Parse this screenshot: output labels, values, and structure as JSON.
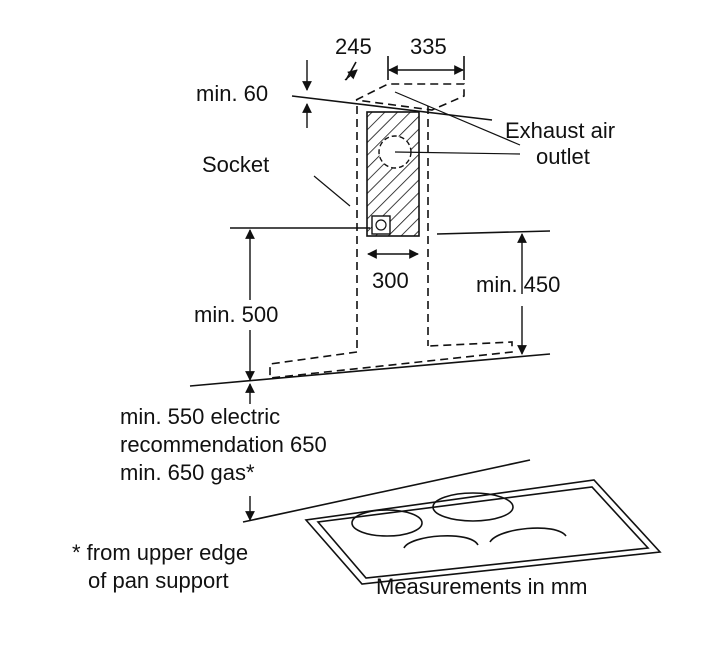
{
  "labels": {
    "dim_245": "245",
    "dim_335": "335",
    "min_60": "min. 60",
    "exhaust_line1": "Exhaust air",
    "exhaust_line2": "outlet",
    "socket": "Socket",
    "dim_300": "300",
    "min_450": "min. 450",
    "min_500": "min. 500",
    "note_line1": "min. 550 electric",
    "note_line2": "recommendation 650",
    "note_line3": "min. 650 gas*",
    "footnote_line1": "* from upper edge",
    "footnote_line2": "of pan support",
    "units": "Measurements in mm"
  }
}
